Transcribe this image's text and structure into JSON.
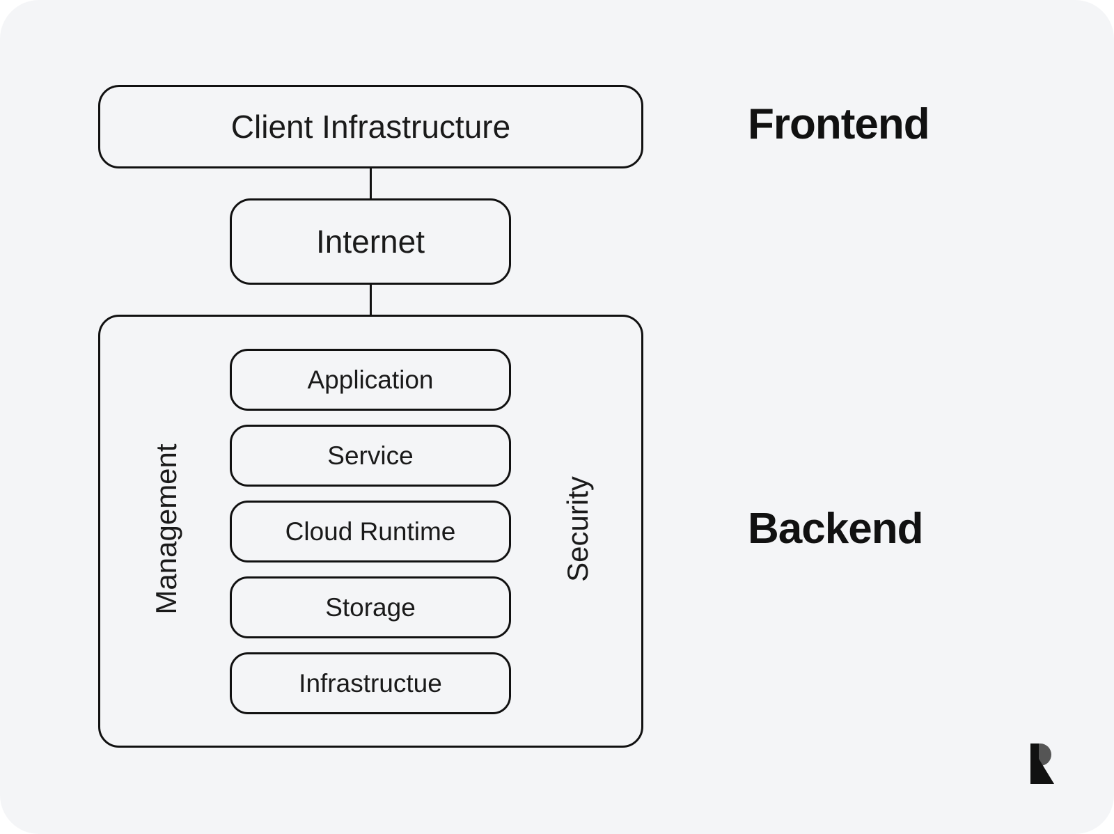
{
  "diagram": {
    "top_box": "Client Infrastructure",
    "middle_box": "Internet",
    "backend_side_left": "Management",
    "backend_side_right": "Security",
    "layers": [
      "Application",
      "Service",
      "Cloud Runtime",
      "Storage",
      "Infrastructue"
    ]
  },
  "sections": {
    "frontend": "Frontend",
    "backend": "Backend"
  },
  "logo": {
    "icon": "r-logo-icon",
    "colors": [
      "#111111",
      "#555555"
    ]
  }
}
